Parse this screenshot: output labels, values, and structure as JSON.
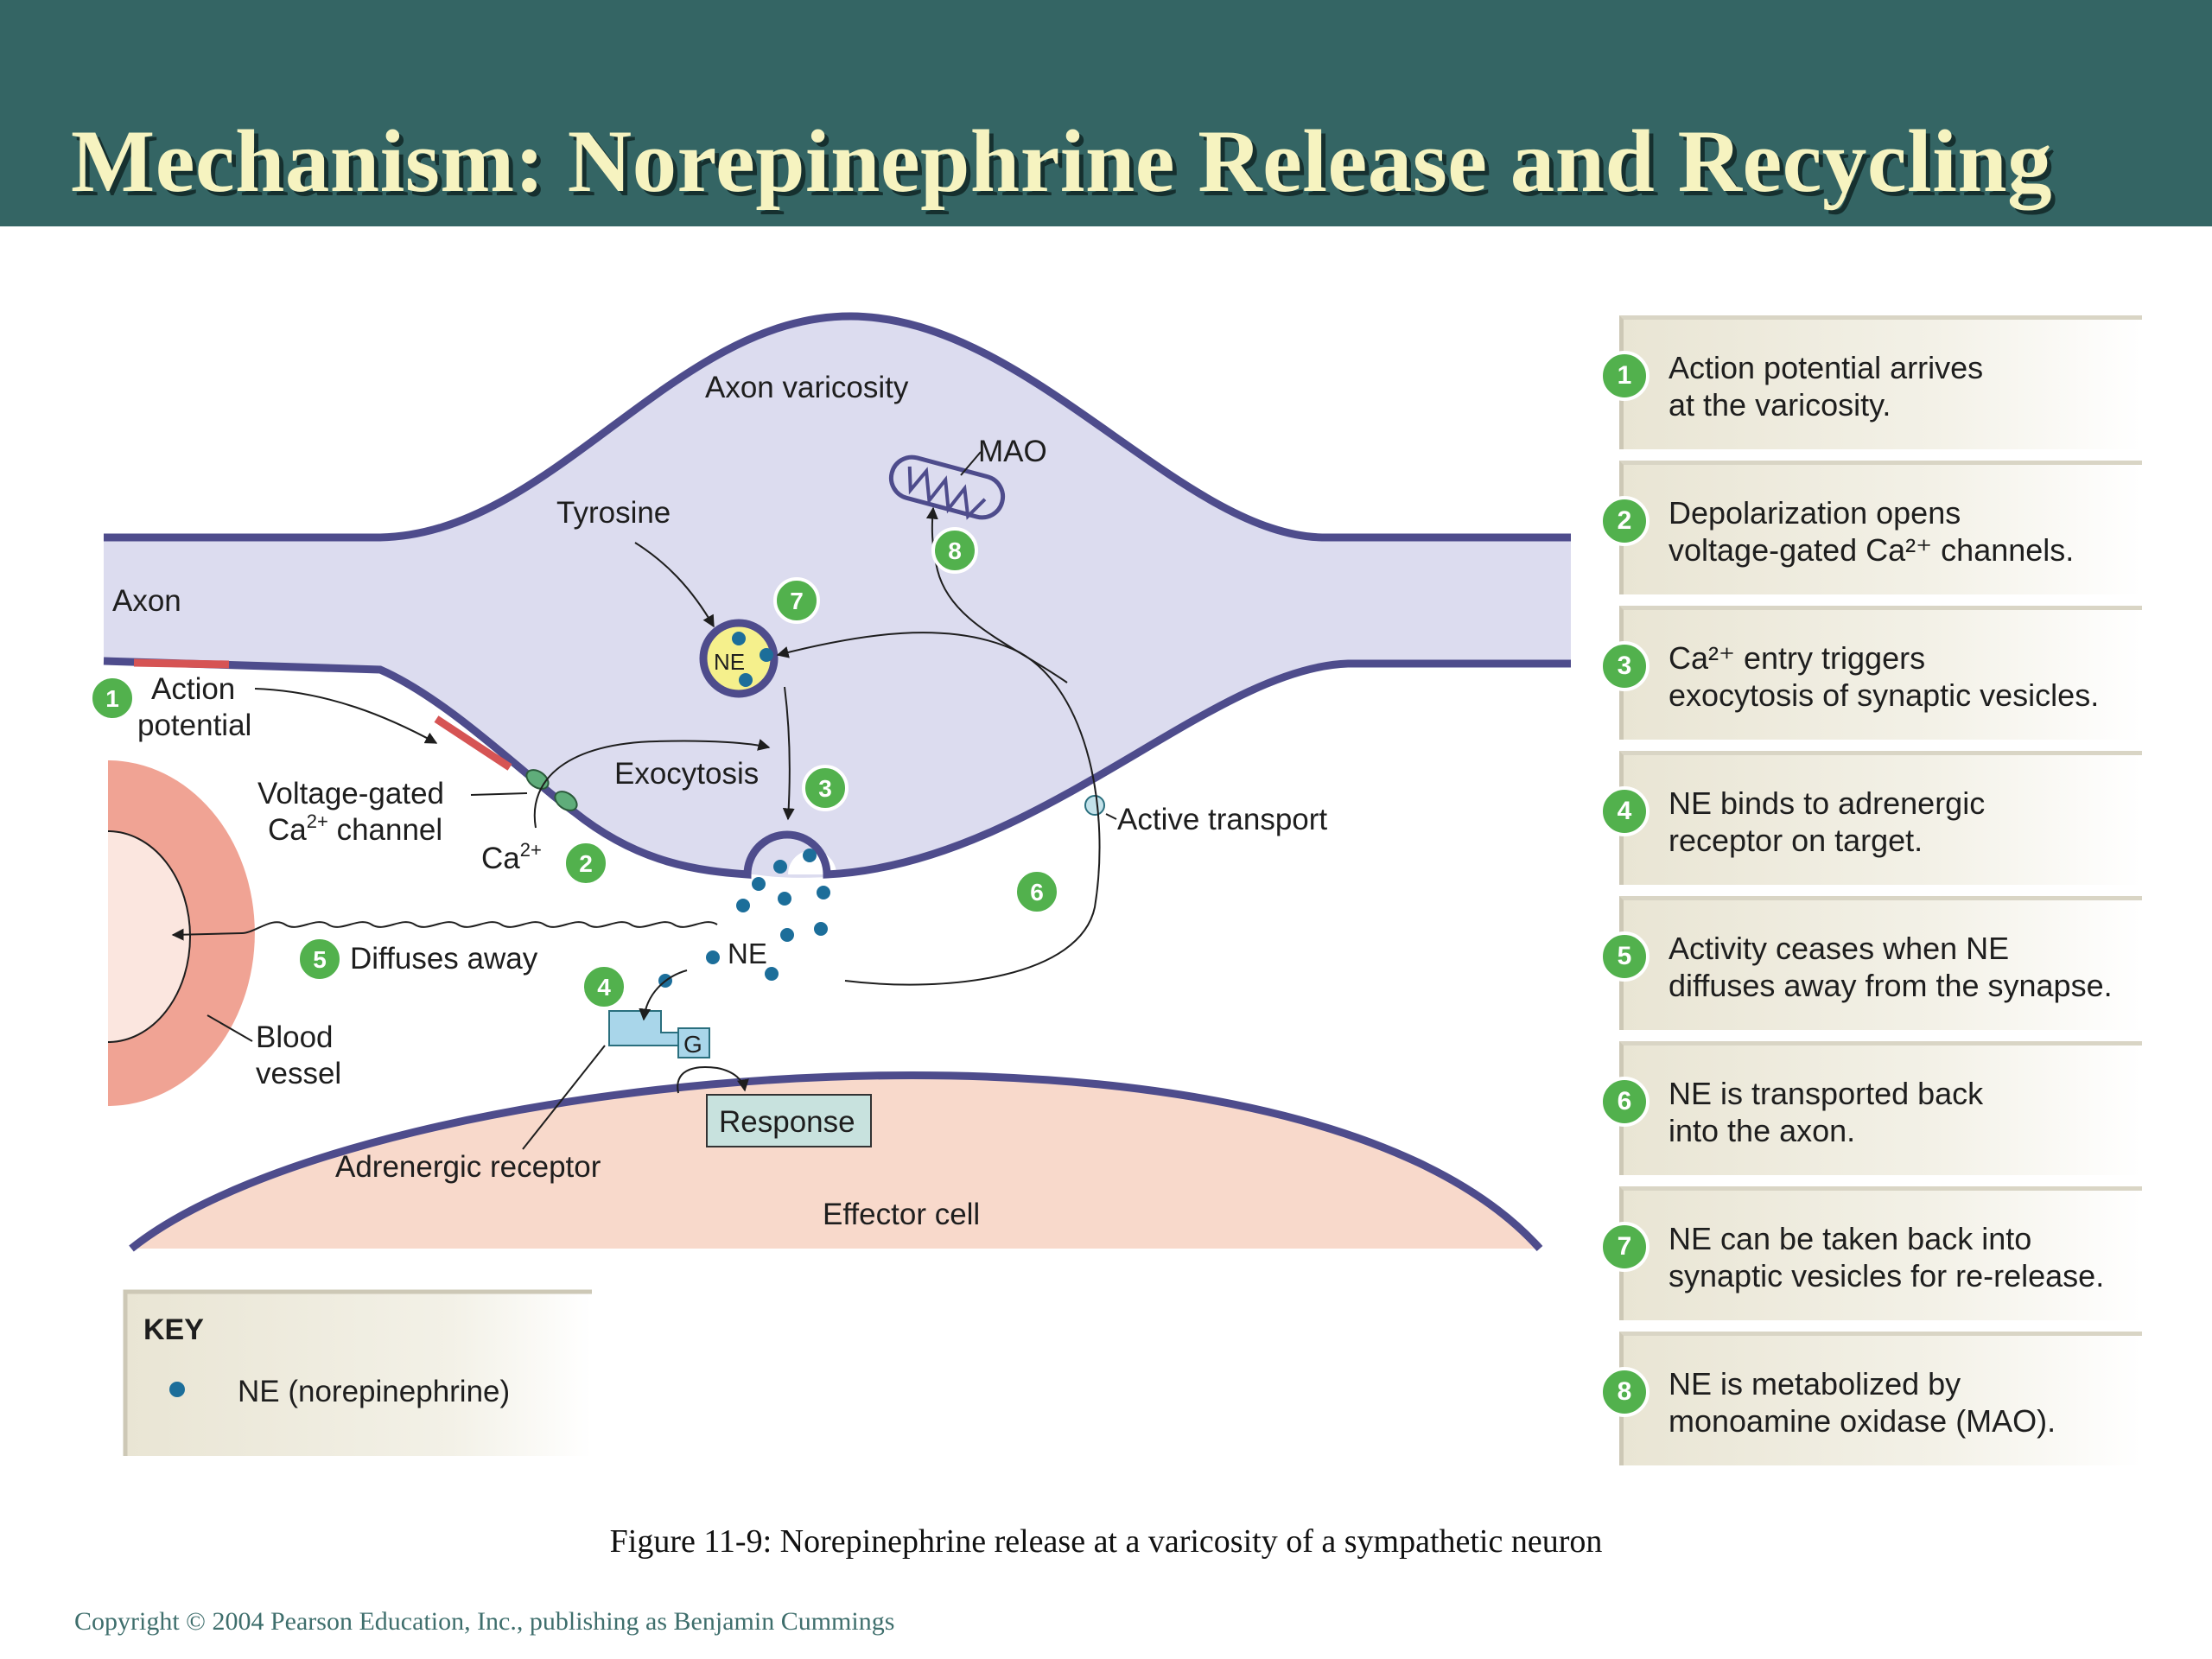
{
  "title": "Mechanism: Norepinephrine Release and Recycling",
  "labels": {
    "axon_varicosity": "Axon varicosity",
    "axon": "Axon",
    "mao": "MAO",
    "tyrosine": "Tyrosine",
    "ne": "NE",
    "action_potential_1": "Action",
    "action_potential_2": "potential",
    "vg_channel_1": "Voltage-gated",
    "vg_channel_2_pre": "Ca",
    "vg_channel_2_sup": "2+",
    "vg_channel_2_post": " channel",
    "ca": "Ca",
    "ca_sup": "2+",
    "exocytosis": "Exocytosis",
    "active_transport": "Active transport",
    "diffuses_away": "Diffuses away",
    "blood_vessel_1": "Blood",
    "blood_vessel_2": "vessel",
    "g": "G",
    "response": "Response",
    "adrenergic_receptor": "Adrenergic receptor",
    "effector_cell": "Effector cell"
  },
  "key": {
    "heading": "KEY",
    "item": "NE (norepinephrine)"
  },
  "steps": [
    {
      "num": "1",
      "text": "Action potential arrives\nat the varicosity."
    },
    {
      "num": "2",
      "text": "Depolarization opens\nvoltage-gated Ca²⁺ channels."
    },
    {
      "num": "3",
      "text": "Ca²⁺ entry triggers\nexocytosis of synaptic vesicles."
    },
    {
      "num": "4",
      "text": "NE binds to adrenergic\nreceptor on target."
    },
    {
      "num": "5",
      "text": "Activity ceases when NE\ndiffuses away from the synapse."
    },
    {
      "num": "6",
      "text": "NE is transported back\ninto the axon."
    },
    {
      "num": "7",
      "text": "NE can be taken back into\nsynaptic vesicles for re-release."
    },
    {
      "num": "8",
      "text": "NE is metabolized by\nmonoamine oxidase (MAO)."
    }
  ],
  "caption": "Figure 11-9: Norepinephrine release at a varicosity of a sympathetic neuron",
  "copyright": "Copyright © 2004 Pearson Education, Inc., publishing as Benjamin Cummings",
  "colors": {
    "title_bar": "#346564",
    "title_text": "#f6f3c0",
    "axon_fill": "#dcdcef",
    "membrane": "#4e4c8c",
    "effector_fill": "#f8d9cb",
    "blood_vessel": "#f0a394",
    "step_badge": "#52b14d",
    "ne_dot": "#1c6e9a"
  }
}
